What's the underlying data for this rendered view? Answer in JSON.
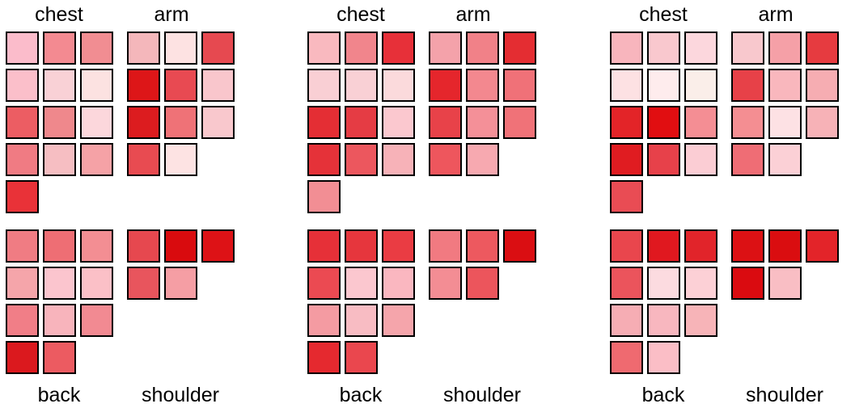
{
  "labels": {
    "chest": "chest",
    "arm": "arm",
    "back": "back",
    "shoulder": "shoulder"
  },
  "panels": [
    {
      "chest": [
        [
          "#fbbccb",
          "#f38a91",
          "#f18d92"
        ],
        [
          "#fbbfca",
          "#f9d1d6",
          "#fce2e1"
        ],
        [
          "#ec5d63",
          "#ef888c",
          "#fcd7dc"
        ],
        [
          "#f07b83",
          "#f6bec2",
          "#f5a2a6"
        ],
        [
          "#e93238"
        ]
      ],
      "arm": [
        [
          "#f4b7bb",
          "#fde2e2",
          "#e64950"
        ],
        [
          "#dd1618",
          "#e84a52",
          "#f9c6cc"
        ],
        [
          "#dc1c1f",
          "#ef7277",
          "#f9c8cd"
        ],
        [
          "#e84b51",
          "#fde3e3"
        ]
      ],
      "back": [
        [
          "#f07c83",
          "#ee6e74",
          "#f38e93"
        ],
        [
          "#f5a5aa",
          "#fbc5ce",
          "#fbc0c7"
        ],
        [
          "#f17e87",
          "#f8b4bc",
          "#f28a92"
        ],
        [
          "#db191e",
          "#ec5b61"
        ]
      ],
      "shoulder": [
        [
          "#e6484f",
          "#d90b0e",
          "#dd1216"
        ],
        [
          "#e8555d",
          "#f59ea4"
        ]
      ]
    },
    {
      "chest": [
        [
          "#f9b9bf",
          "#f1858c",
          "#e73039"
        ],
        [
          "#f9cfd4",
          "#f9d0d5",
          "#fbdadc"
        ],
        [
          "#e42e34",
          "#e53c44",
          "#fbc8cf"
        ],
        [
          "#e53239",
          "#ec575e",
          "#f7b2b8"
        ],
        [
          "#f28e94"
        ]
      ],
      "arm": [
        [
          "#f4a2aa",
          "#f18188",
          "#e42d32"
        ],
        [
          "#e5262c",
          "#f3888f",
          "#f07178"
        ],
        [
          "#e84249",
          "#f49098",
          "#f07278"
        ],
        [
          "#ee565d",
          "#f7a9b0"
        ]
      ],
      "back": [
        [
          "#e63038",
          "#e6363d",
          "#ea3c43"
        ],
        [
          "#eb4a52",
          "#fbc7cf",
          "#fab7c0"
        ],
        [
          "#f49ba2",
          "#f8bcc3",
          "#f5a5ab"
        ],
        [
          "#e5292f",
          "#ea474e"
        ]
      ],
      "shoulder": [
        [
          "#f17a81",
          "#ed595f",
          "#da0e12"
        ],
        [
          "#f38d94",
          "#ec555c"
        ]
      ]
    },
    {
      "chest": [
        [
          "#f8b5bd",
          "#f9c8ce",
          "#fcd7dd"
        ],
        [
          "#fde1e3",
          "#feeced",
          "#faeee9"
        ],
        [
          "#e32428",
          "#e10e11",
          "#f48e94"
        ],
        [
          "#e01c21",
          "#e7414a",
          "#fbcdd4"
        ],
        [
          "#e94c54"
        ]
      ],
      "arm": [
        [
          "#f8c8cd",
          "#f5a0a7",
          "#e63b40"
        ],
        [
          "#e74148",
          "#f9b7bd",
          "#f6adb2"
        ],
        [
          "#f48e92",
          "#fde1e4",
          "#f7b2b7"
        ],
        [
          "#ef6d75",
          "#fbd0d6"
        ]
      ],
      "back": [
        [
          "#e9464d",
          "#e0181f",
          "#e1242a"
        ],
        [
          "#eb545c",
          "#fcdbe0",
          "#fcd0d6"
        ],
        [
          "#f6adb4",
          "#f8b7bf",
          "#f7b4b8"
        ],
        [
          "#ef6a70",
          "#fbbec6"
        ]
      ],
      "shoulder": [
        [
          "#dc1114",
          "#da0d10",
          "#e32429"
        ],
        [
          "#da0b10",
          "#f9bec4"
        ]
      ]
    }
  ]
}
